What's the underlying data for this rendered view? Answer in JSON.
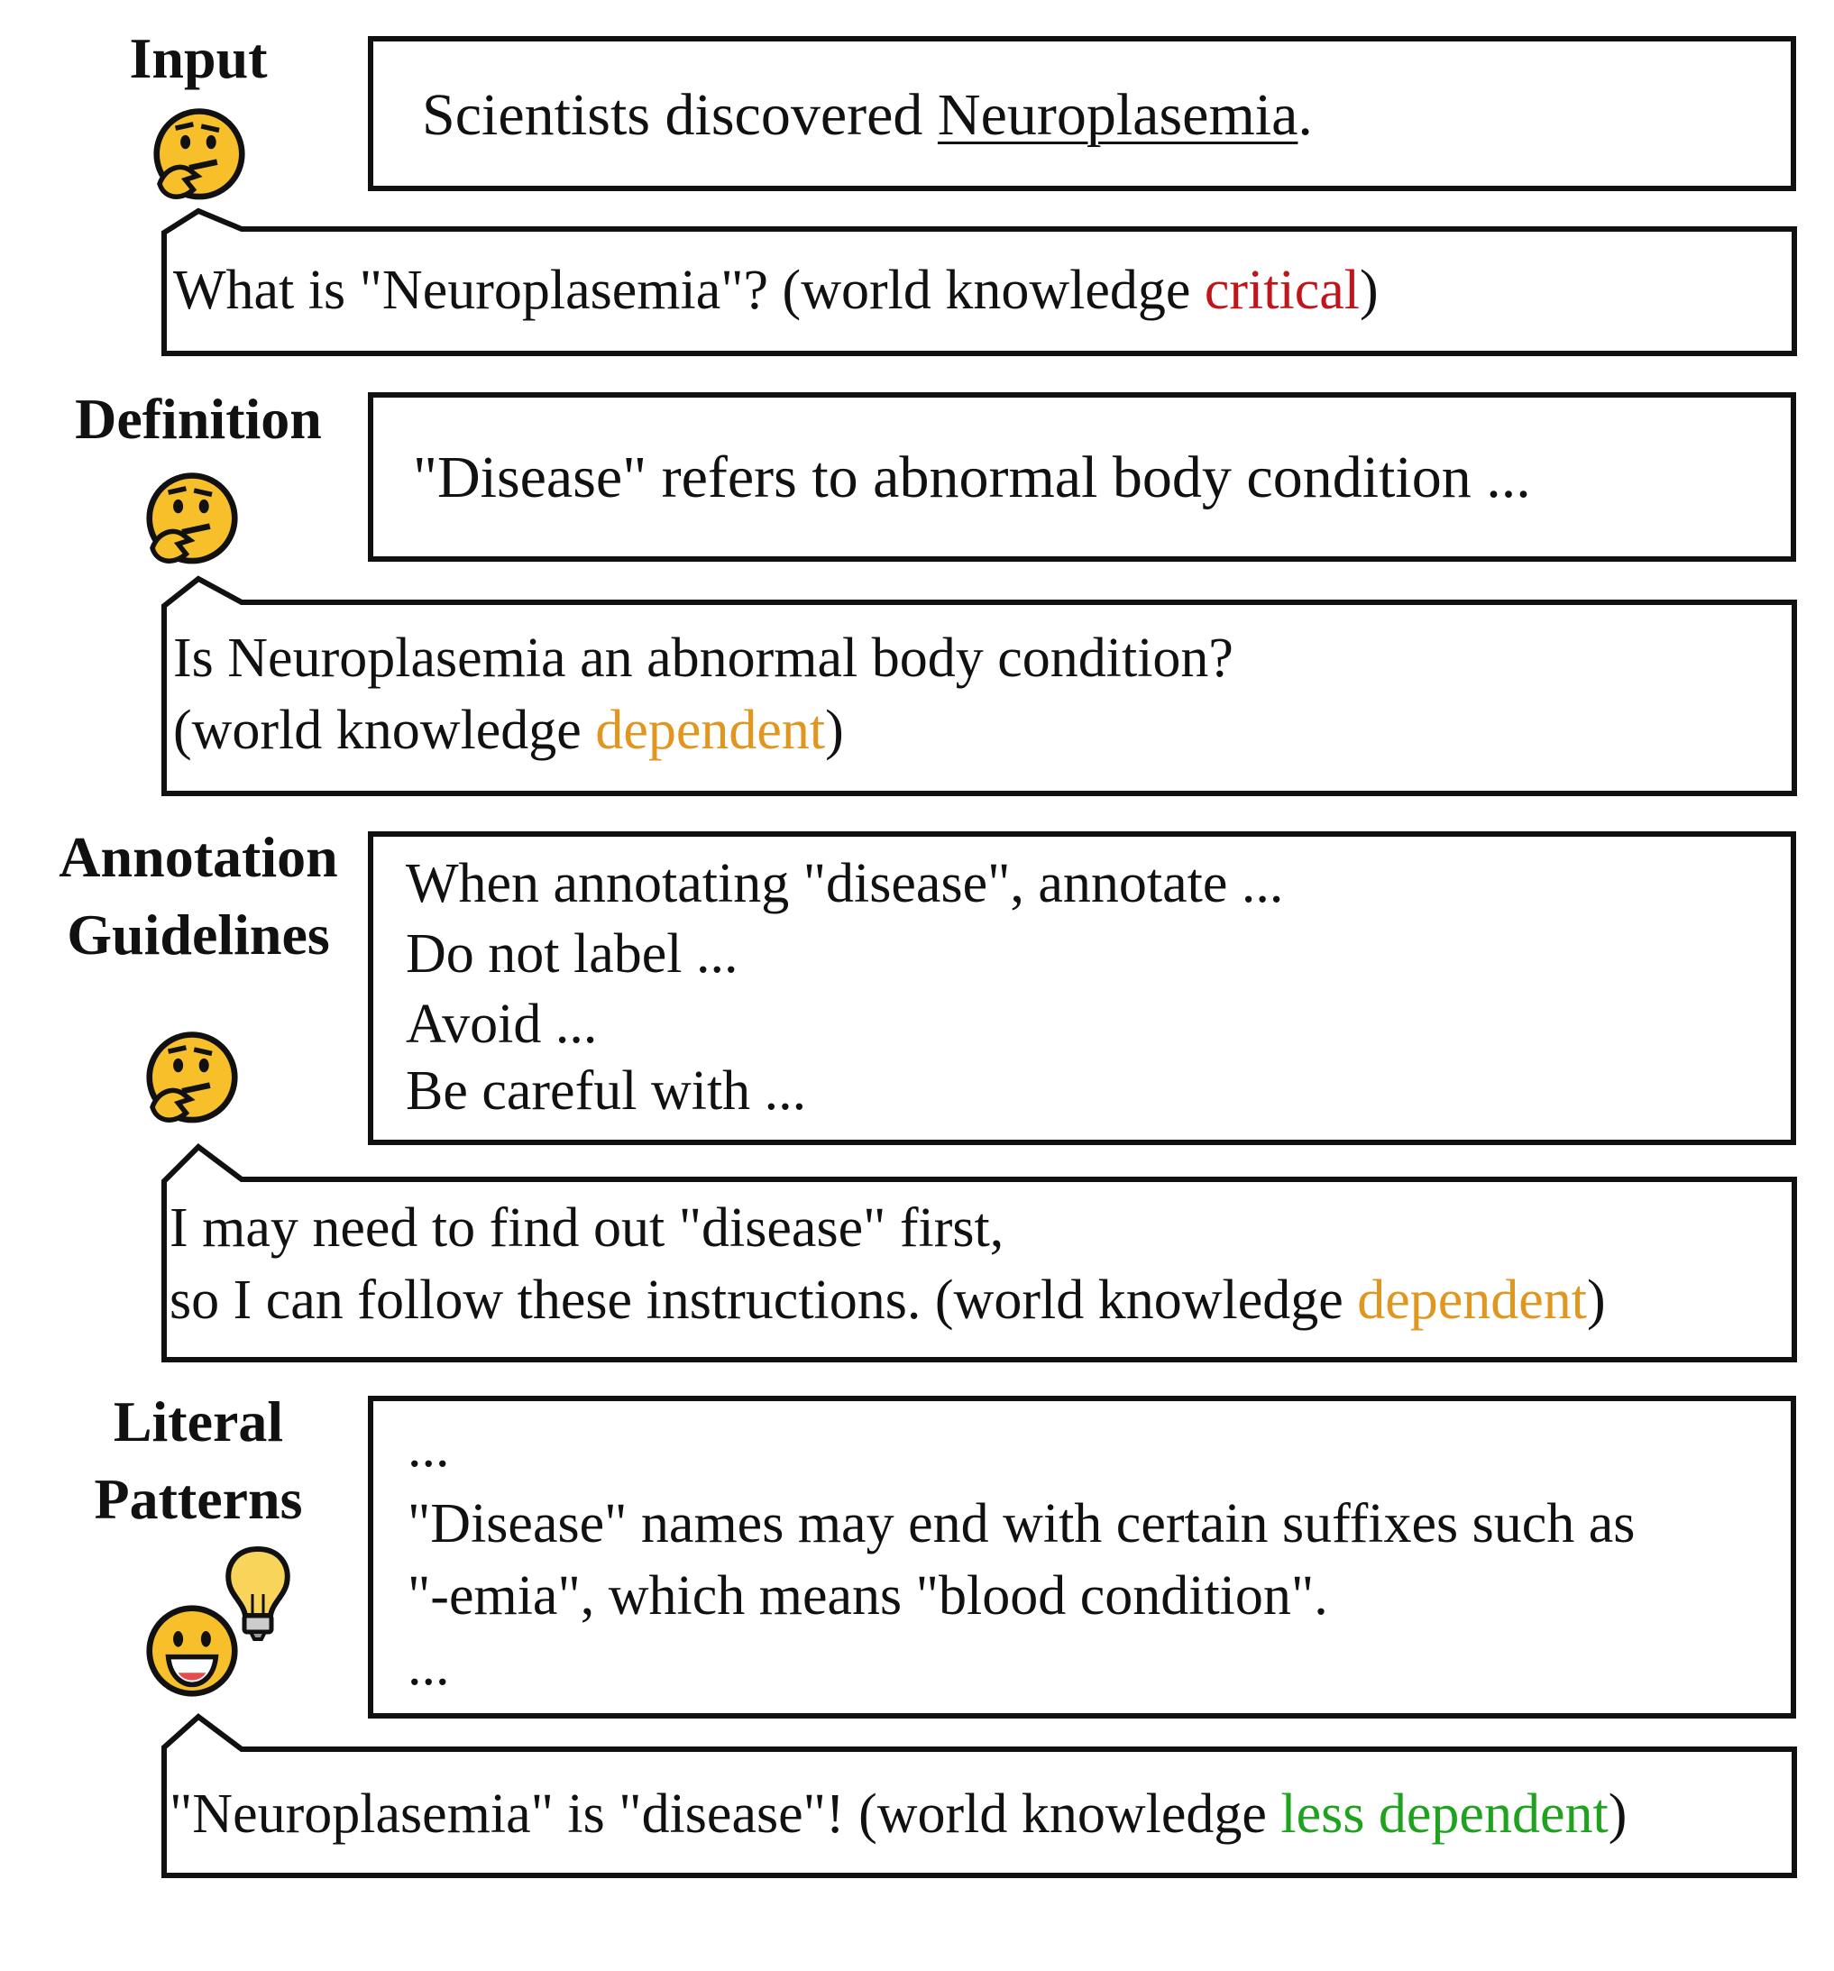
{
  "sections": {
    "input": {
      "label": "Input",
      "box_text_prefix": "Scientists discovered ",
      "box_text_term": "Neuroplasemia",
      "box_text_suffix": ".",
      "bubble_before": "What is \"Neuroplasemia\"? (world knowledge ",
      "bubble_highlight": "critical",
      "bubble_after": ")"
    },
    "definition": {
      "label": "Definition",
      "box_text": "\"Disease\" refers to abnormal body condition ...",
      "bubble_line1": "Is Neuroplasemia an abnormal body condition?",
      "bubble_line2_before": "(world knowledge ",
      "bubble_highlight": "dependent",
      "bubble_line2_after": ")"
    },
    "guidelines": {
      "label_line1": "Annotation",
      "label_line2": "Guidelines",
      "box_lines": [
        "When annotating \"disease\", annotate ...",
        "Do not label ...",
        "Avoid ...",
        "Be careful with ..."
      ],
      "bubble_line1": "I may need to find out \"disease\" first,",
      "bubble_line2_before": "so I can follow these instructions. (world knowledge ",
      "bubble_highlight": "dependent",
      "bubble_line2_after": ")"
    },
    "patterns": {
      "label_line1": "Literal",
      "label_line2": "Patterns",
      "box_lines": [
        "...",
        "\"Disease\" names may end with certain suffixes such as",
        "\"-emia\", which means \"blood condition\".",
        "..."
      ],
      "bubble_before": "\"Neuroplasemia\" is \"disease\"! (world knowledge ",
      "bubble_highlight": "less dependent",
      "bubble_after": ")"
    }
  },
  "colors": {
    "critical": "#c0161b",
    "dependent": "#e0961f",
    "less_dependent": "#1fa31f",
    "emoji": "#f7c02a"
  },
  "icons": [
    "thinking-face-icon",
    "smiling-face-icon",
    "light-bulb-icon"
  ]
}
